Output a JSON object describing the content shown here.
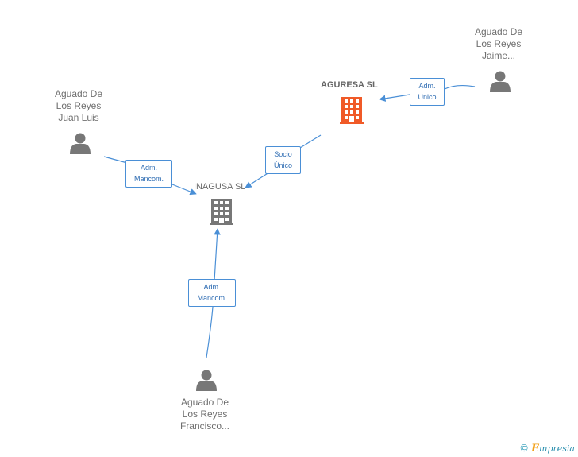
{
  "colors": {
    "edge": "#4a8fd6",
    "person_icon": "#777777",
    "company_main": "#f05a28",
    "company_other": "#777777"
  },
  "nodes": {
    "agresa": {
      "name": "AGURESA SL"
    },
    "inagusa": {
      "name": "INAGUSA SL"
    },
    "jaime": {
      "lines": [
        "Aguado De",
        "Los Reyes",
        "Jaime..."
      ]
    },
    "juan_luis": {
      "lines": [
        "Aguado De",
        "Los Reyes",
        "Juan Luis"
      ]
    },
    "francisco": {
      "lines": [
        "Aguado De",
        "Los Reyes",
        "Francisco..."
      ]
    }
  },
  "edges": {
    "jaime_agresa": {
      "lines": [
        "Adm.",
        "Unico"
      ]
    },
    "agresa_inagusa": {
      "lines": [
        "Socio",
        "Único"
      ]
    },
    "juan_inagusa": {
      "lines": [
        "Adm.",
        "Mancom."
      ]
    },
    "francisco_inagusa": {
      "lines": [
        "Adm.",
        "Mancom."
      ]
    }
  },
  "footer": {
    "copyright": "©",
    "brand_first": "E",
    "brand_rest": "mpresia"
  }
}
